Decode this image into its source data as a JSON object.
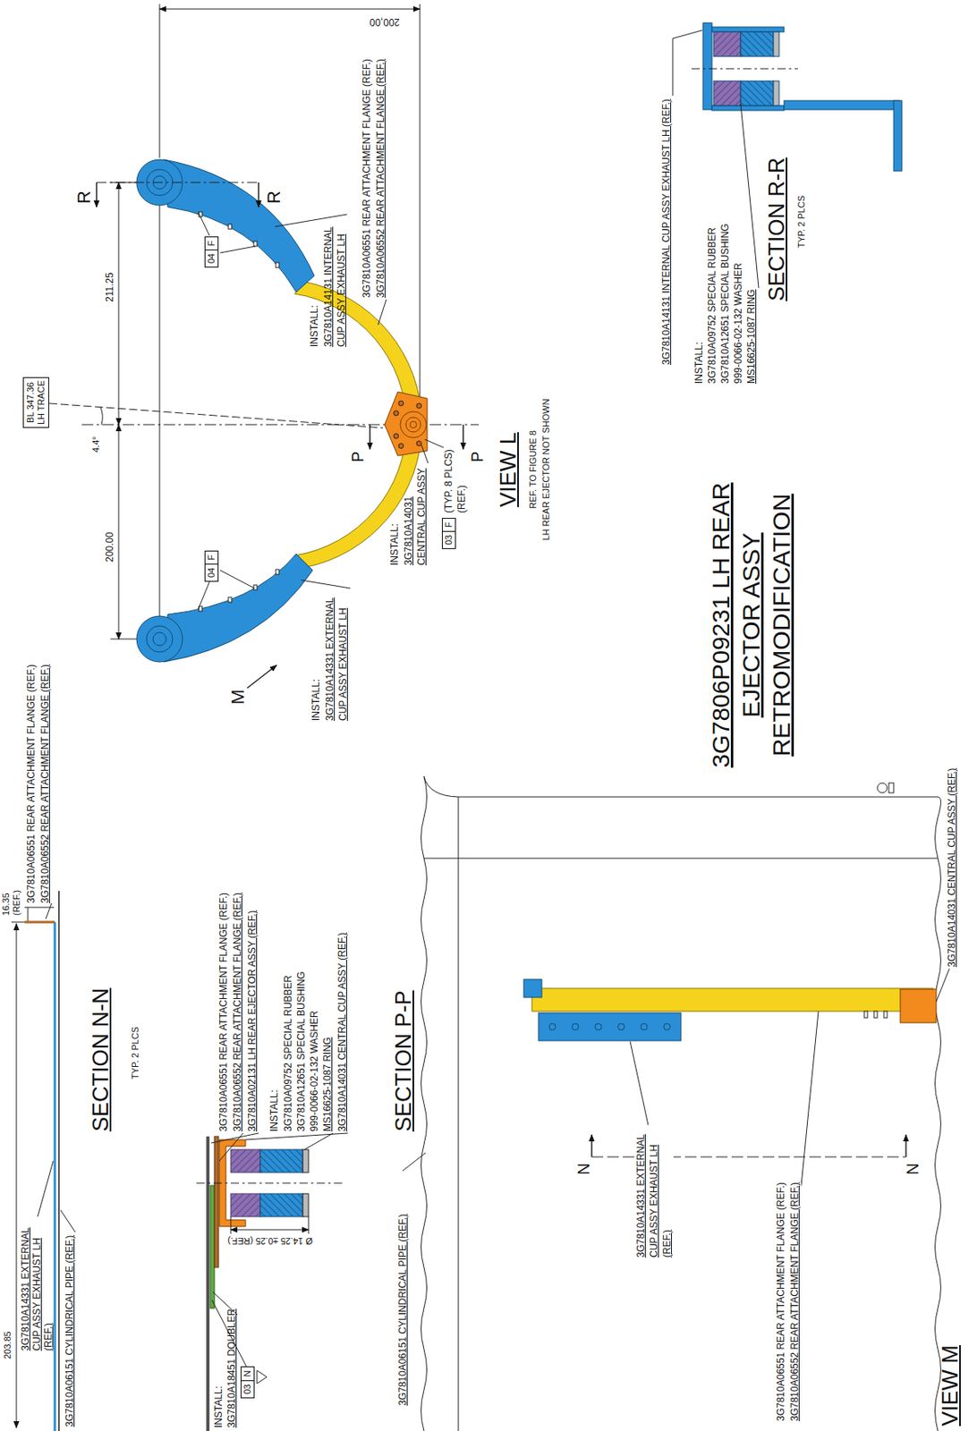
{
  "diagram": {
    "title": "3G7806P09231 LH REAR EJECTOR ASSY RETROMODIFICATION",
    "nodes": [
      {
        "text": [
          "BL 347.36 LH TRACE"
        ]
      },
      {
        "text": [
          "04",
          "F"
        ]
      },
      {
        "text": [
          "04",
          "F"
        ]
      },
      {
        "text": [
          "03",
          "F"
        ]
      },
      {
        "text": [
          "03",
          "N"
        ]
      }
    ],
    "labels": [
      "200,00",
      "4.4°",
      "211.25",
      "200.00",
      "R",
      "R",
      "INSTALL:",
      "3G7810A14131 INTERNAL CUP ASSY EXHAUST LH",
      "3G7810A06551 REAR ATTACHMENT FLANGE (REF.)",
      "3G7810A06552 REAR ATTACHMENT FLANGE (REF.)",
      "P",
      "P",
      "INSTALL:",
      "3G7810A14031 CENTRAL CUP ASSY",
      "(TYP. 8 PLCS)",
      "(REF.)",
      "M",
      "INSTALL:",
      "3G7810A14331 EXTERNAL CUP ASSY EXHAUST LH",
      "VIEW L",
      "REF. TO FIGURE 8",
      "LH REAR EJECTOR NOT SHOWN",
      "3G7810A14131 INTERNAL CUP ASSY EXHAUST LH (REF.)",
      "INSTALL:",
      "3G7810A09752 SPECIAL RUBBER",
      "3G7810A12651 SPECIAL BUSHING",
      "999-0066-02-132 WASHER",
      "MS16625-1087 RING",
      "SECTION R-R",
      "TYP. 2 PLCS",
      "3G7810A06551 REAR ATTACHMENT FLANGE (REF.)",
      "3G7810A06552 REAR ATTACHMENT FLANGE (REF.)",
      "16.35",
      "(REF.)",
      "203.85",
      "3G7810A14331 EXTERNAL CUP ASSY EXHAUST LH (REF.)",
      "3G7810A06151 CYLINDRICAL PIPE (REF.)",
      "SECTION N-N",
      "TYP. 2 PLCS",
      "INSTALL:",
      "3G7810A18451 DOUBLER",
      "3G7810A06551 REAR ATTACHMENT FLANGE (REF.)",
      "3G7810A06552 REAR ATTACHMENT FLANGE (REF.)",
      "3G7810A02131 LH REAR EJECTOR ASSY (REF.)",
      "INSTALL:",
      "3G7810A09752 SPECIAL RUBBER",
      "3G7810A12651 SPECIAL BUSHING",
      "999-0066-02-132 WASHER",
      "MS16625-1087 RING",
      "3G7810A14031 CENTRAL CUP ASSY (REF.)",
      "Ø 14.25 ±0.25 (REF.)",
      "3G7810A06151 CYLINDRICAL PIPE (REF.)",
      "SECTION P-P",
      "N",
      "N",
      "3G7810A14331 EXTERNAL CUP ASSY EXHAUST LH (REF.)",
      "3G7810A06551 REAR ATTACHMENT FLANGE (REF.)",
      "3G7810A06552 REAR ATTACHMENT FLANGE (REF.)",
      "3G7810A14031 CENTRAL CUP ASSY (REF.)",
      "VIEW M"
    ]
  }
}
